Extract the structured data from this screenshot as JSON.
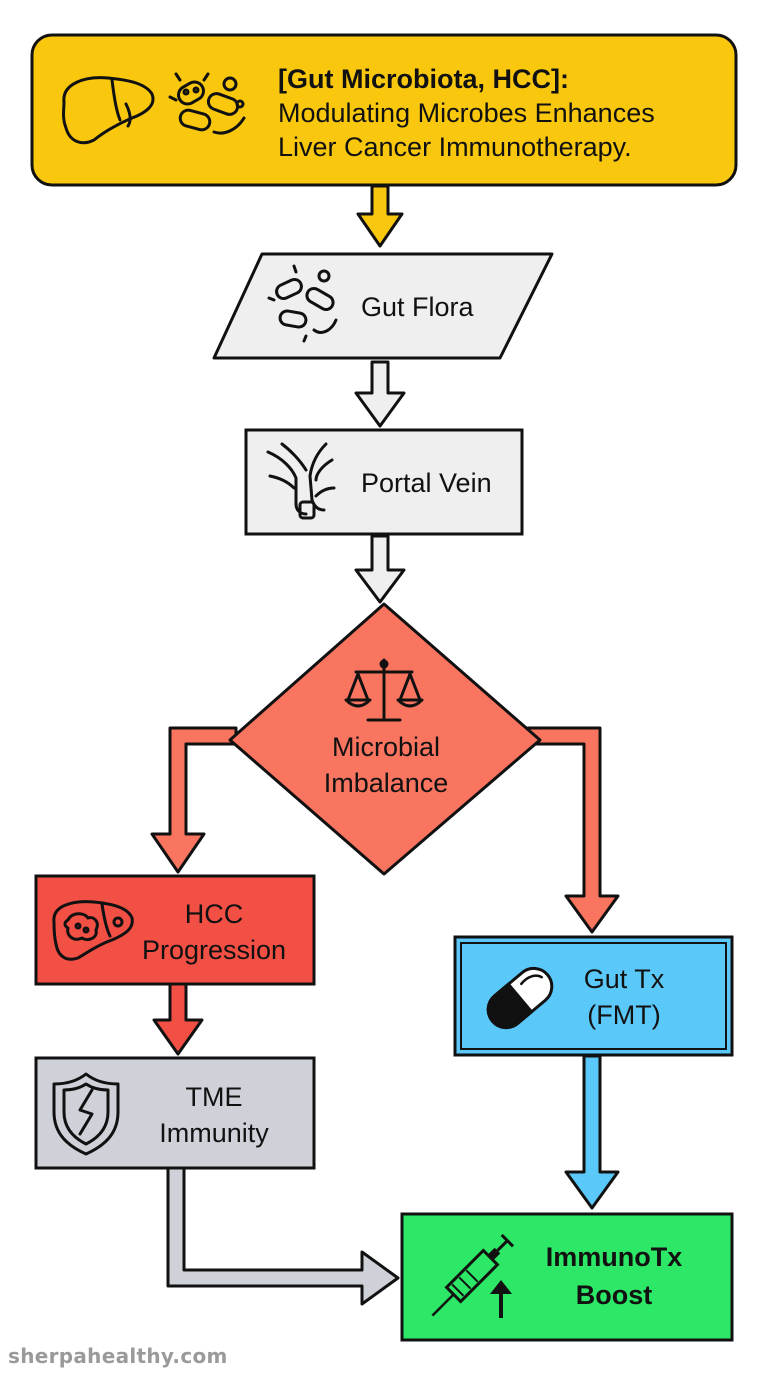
{
  "title": {
    "line1": "[Gut Microbiota, HCC]:",
    "line2": "Modulating Microbes Enhances",
    "line3": "Liver Cancer Immunotherapy.",
    "color": "#F9C80E",
    "icons": [
      "liver-icon",
      "bacteria-icon"
    ]
  },
  "nodes": {
    "gut_flora": {
      "label": "Gut Flora",
      "color": "#EFEFEF",
      "icon": "bacteria-icon"
    },
    "portal_vein": {
      "label": "Portal Vein",
      "color": "#EFEFEF",
      "icon": "vein-icon"
    },
    "microbial_imbalance": {
      "line1": "Microbial",
      "line2": "Imbalance",
      "color": "#FA7560",
      "icon": "scales-icon"
    },
    "hcc_progression": {
      "line1": "HCC",
      "line2": "Progression",
      "color": "#F24F45",
      "icon": "tumor-liver-icon"
    },
    "gut_tx": {
      "line1": "Gut Tx",
      "line2": "(FMT)",
      "color": "#5BC8FA",
      "icon": "capsule-icon"
    },
    "tme_immunity": {
      "line1": "TME",
      "line2": "Immunity",
      "color": "#CED2D8",
      "icon": "broken-shield-icon"
    },
    "immunotx_boost": {
      "line1": "ImmunoTx",
      "line2": "Boost",
      "color": "#2CE866",
      "icon": "syringe-up-icon"
    }
  },
  "watermark": "sherpahealthy.com"
}
